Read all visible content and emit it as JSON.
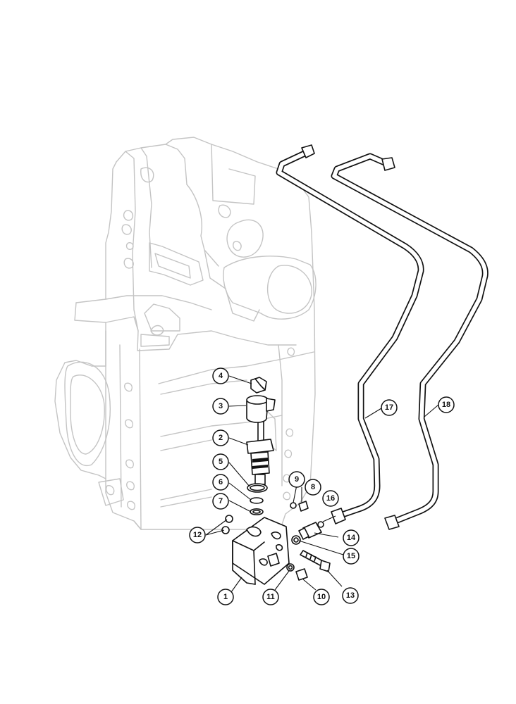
{
  "callouts": [
    {
      "id": "1",
      "label": "1"
    },
    {
      "id": "2",
      "label": "2"
    },
    {
      "id": "3",
      "label": "3"
    },
    {
      "id": "4",
      "label": "4"
    },
    {
      "id": "5",
      "label": "5"
    },
    {
      "id": "6",
      "label": "6"
    },
    {
      "id": "7",
      "label": "7"
    },
    {
      "id": "8",
      "label": "8"
    },
    {
      "id": "9",
      "label": "9"
    },
    {
      "id": "10",
      "label": "10"
    },
    {
      "id": "11",
      "label": "11"
    },
    {
      "id": "12",
      "label": "12"
    },
    {
      "id": "13",
      "label": "13"
    },
    {
      "id": "14",
      "label": "14"
    },
    {
      "id": "15",
      "label": "15"
    },
    {
      "id": "16",
      "label": "16"
    },
    {
      "id": "17",
      "label": "17"
    },
    {
      "id": "18",
      "label": "18"
    }
  ]
}
